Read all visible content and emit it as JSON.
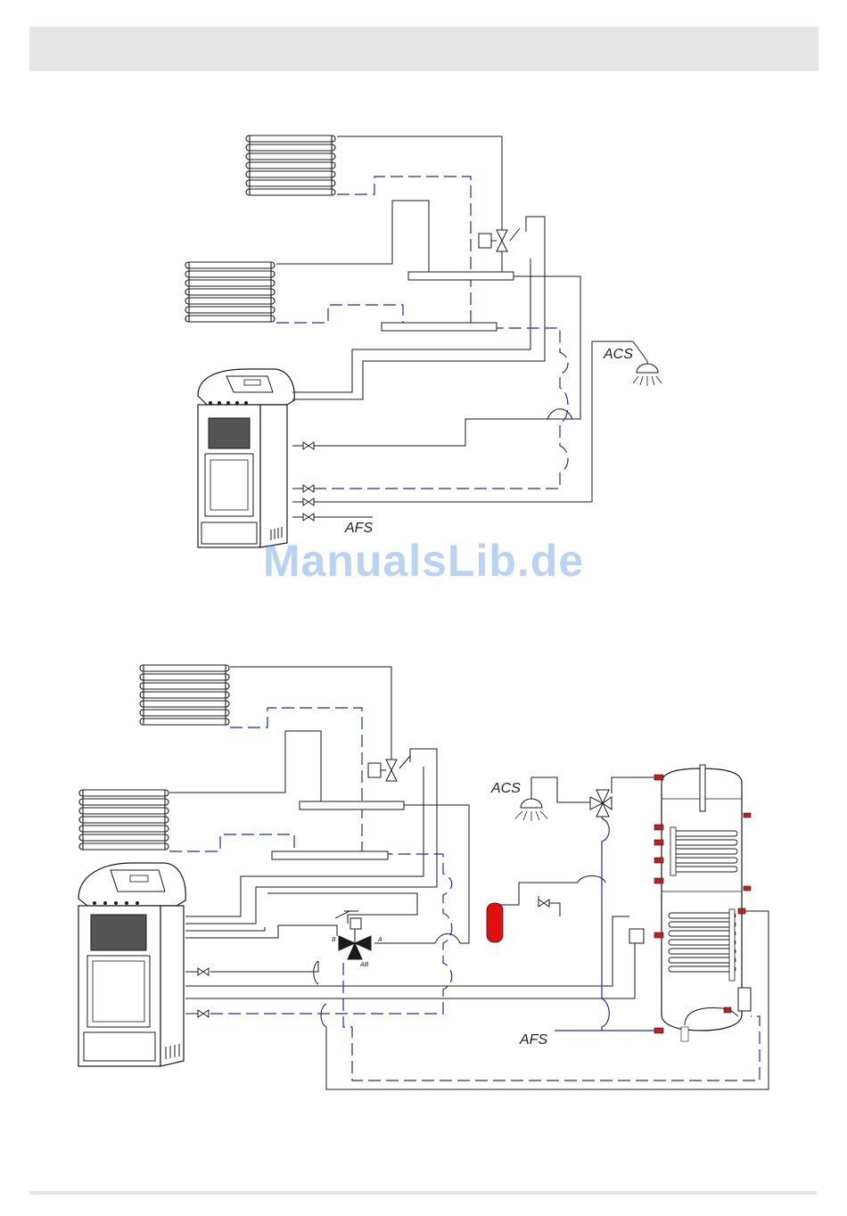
{
  "labels": {
    "hot_water": "ACS",
    "cold_water": "AFS",
    "port_a": "A",
    "port_b": "B",
    "port_ab": "AB"
  },
  "watermark": "ManualsLib.de",
  "colors": {
    "line": "#1a1a1a",
    "return_line": "#1b2fa8",
    "expansion_vessel": "#e01010",
    "pipe_tip": "#c02020",
    "header_bar": "#e5e5e5",
    "watermark": "#2a7ce0"
  }
}
